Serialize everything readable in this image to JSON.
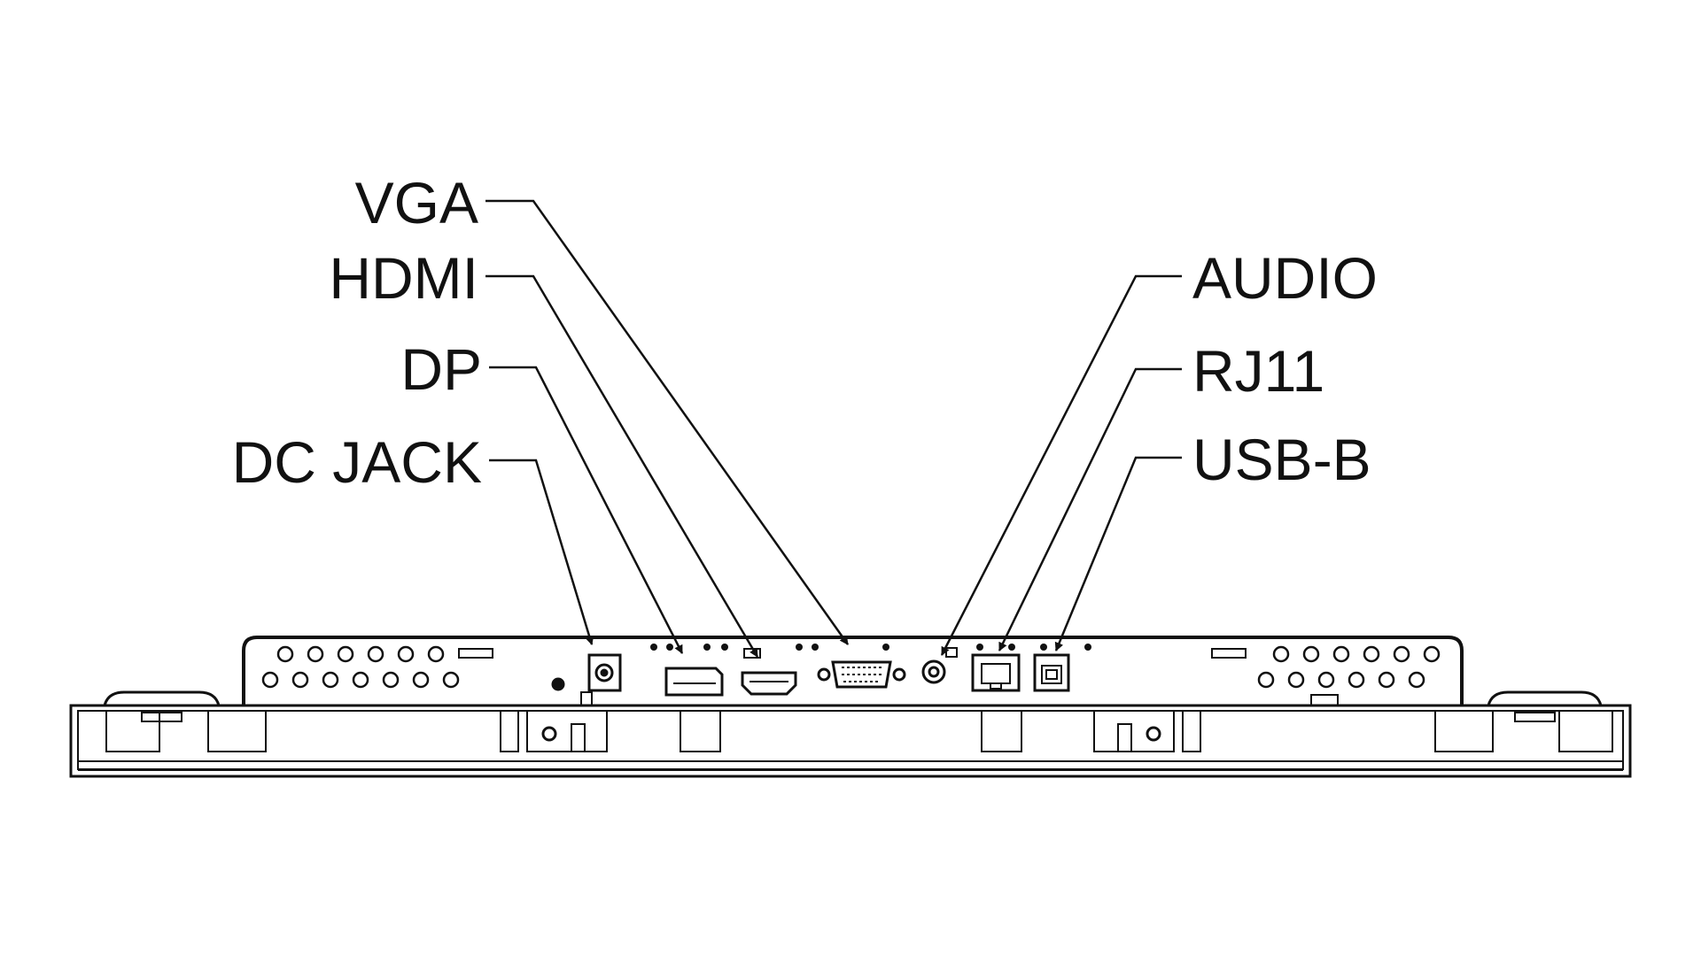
{
  "diagram": {
    "line_color": "#111111",
    "background": "#ffffff",
    "labels": {
      "vga": "VGA",
      "hdmi": "HDMI",
      "dp": "DP",
      "dc_jack": "DC JACK",
      "audio": "AUDIO",
      "rj11": "RJ11",
      "usb_b": "USB-B"
    }
  }
}
